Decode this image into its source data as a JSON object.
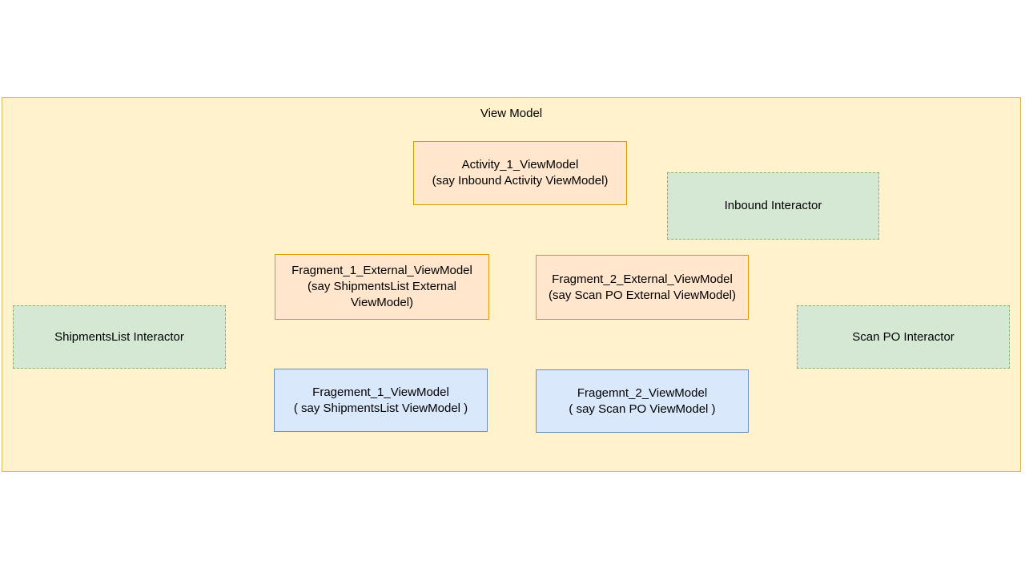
{
  "diagram": {
    "title": "View Model",
    "boxes": {
      "activity_viewmodel": {
        "line1": "Activity_1_ViewModel",
        "line2": "(say Inbound Activity ViewModel)"
      },
      "inbound_interactor": {
        "line1": "Inbound Interactor"
      },
      "fragment1_external_viewmodel": {
        "line1": "Fragment_1_External_ViewModel",
        "line2": "(say ShipmentsList External ViewModel)"
      },
      "fragment2_external_viewmodel": {
        "line1": "Fragment_2_External_ViewModel",
        "line2": "(say Scan PO External ViewModel)"
      },
      "shipmentslist_interactor": {
        "line1": "ShipmentsList Interactor"
      },
      "scanpo_interactor": {
        "line1": "Scan PO Interactor"
      },
      "fragment1_viewmodel": {
        "line1": "Fragement_1_ViewModel",
        "line2": "( say ShipmentsList ViewModel )"
      },
      "fragment2_viewmodel": {
        "line1": "Fragemnt_2_ViewModel",
        "line2": "( say Scan PO ViewModel )"
      }
    },
    "colors": {
      "container_fill": "#fff2cc",
      "container_border": "#d6b656",
      "viewmodel_fill": "#ffe6cc",
      "viewmodel_border": "#d79b00",
      "interactor_fill": "#d5e8d4",
      "interactor_border": "#82b366",
      "fragment_fill": "#dae8fc",
      "fragment_border": "#6c8ebf",
      "text": "#000000"
    }
  }
}
